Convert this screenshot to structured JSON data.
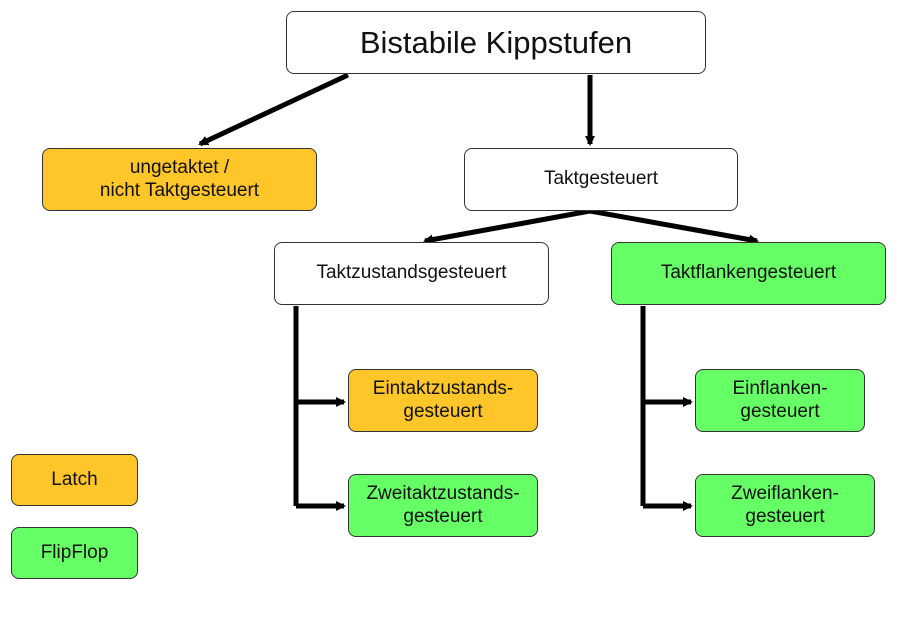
{
  "diagram": {
    "title": "Bistabile Kippstufen",
    "nodes": {
      "ungetaktet": "ungetaktet /\nnicht Taktgesteuert",
      "taktgesteuert": "Taktgesteuert",
      "taktzustandsgesteuert": "Taktzustandsgesteuert",
      "taktflankengesteuert": "Taktflankengesteuert",
      "eintaktzustandsgesteuert": "Eintaktzustands-\ngesteuert",
      "zweitaktzustandsgesteuert": "Zweitaktzustands-\ngesteuert",
      "einflankengesteuert": "Einflanken-\ngesteuert",
      "zweiflankengesteuert": "Zweiflanken-\ngesteuert"
    },
    "legend": {
      "latch": "Latch",
      "flipflop": "FlipFlop"
    },
    "colors": {
      "latch": "#ffc62a",
      "flipflop": "#66ff66",
      "neutral": "#ffffff",
      "line": "#000000"
    }
  }
}
